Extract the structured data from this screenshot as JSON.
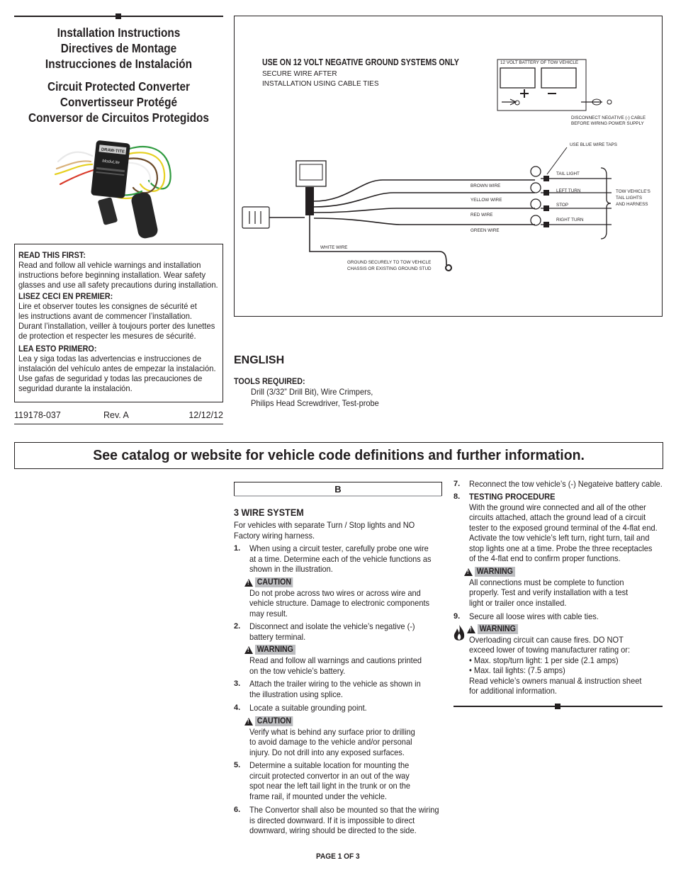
{
  "titles": {
    "install": [
      "Installation Instructions",
      "Directives de Montage",
      "Instrucciones de Instalación"
    ],
    "product": [
      "Circuit Protected Converter",
      "Convertisseur Protégé",
      "Conversor de Circuitos Protegidos"
    ]
  },
  "product_image": {
    "brand": "DRAW-TITE",
    "model": "ModuLite"
  },
  "read_first": {
    "en_head": "READ THIS FIRST:",
    "en_lines": [
      "Read and follow all vehicle warnings and installation",
      "instructions before beginning installation. Wear safety",
      "glasses and use all safety precautions during installation."
    ],
    "fr_head": "LISEZ CECI EN PREMIER:",
    "fr_lines": [
      "Lire et observer toutes les consignes de sécurité et",
      "les instructions avant de commencer l’installation.",
      "Durant l’installation, veiller à toujours porter des lunettes",
      "de protection et respecter les mesures de sécurité."
    ],
    "es_head": "LEA ESTO PRIMERO:",
    "es_lines": [
      "Lea y siga todas las advertencias e instrucciones de",
      "instalación del vehículo antes de empezar la instalación.",
      "Use gafas de seguridad y todas las precauciones de",
      "seguridad durante la instalación."
    ]
  },
  "doc_info": {
    "part": "119178-037",
    "rev": "Rev. A",
    "date": "12/12/12"
  },
  "diagram": {
    "use_on": "USE ON 12 VOLT NEGATIVE GROUND SYSTEMS ONLY",
    "secure_1": "SECURE WIRE AFTER",
    "secure_2": "INSTALLATION USING CABLE TIES",
    "battery_label": "12 VOLT BATTERY OF TOW VEHICLE",
    "disconnect_1": "DISCONNECT NEGATIVE (-) CABLE",
    "disconnect_2": "BEFORE WIRING POWER SUPPLY",
    "blue_taps": "USE BLUE WIRE TAPS",
    "wires": [
      "BROWN WIRE",
      "YELLOW WIRE",
      "RED WIRE",
      "GREEN WIRE",
      "WHITE WIRE"
    ],
    "lights": [
      "TAIL LIGHT",
      "LEFT TURN",
      "STOP",
      "RIGHT TURN"
    ],
    "harness_1": "TOW VEHICLE’S",
    "harness_2": "TAIL LIGHTS",
    "harness_3": "AND HARNESS",
    "ground_1": "GROUND SECURELY TO TOW VEHICLE",
    "ground_2": "CHASSIS OR EXISTING GROUND STUD"
  },
  "english": {
    "heading": "ENGLISH",
    "tools_head": "TOOLS REQUIRED:",
    "tools_1": "Drill (3/32” Drill Bit), Wire Crimpers,",
    "tools_2": "Philips Head Screwdriver, Test-probe"
  },
  "banner": "See catalog or website for vehicle code definitions and further information.",
  "section_b": {
    "letter": "B",
    "title": "3 WIRE SYSTEM",
    "intro": [
      "For vehicles with separate Turn / Stop lights and NO",
      "Factory wiring harness."
    ],
    "steps": [
      {
        "num": "1.",
        "lines": [
          "When using a circuit tester, carefully probe one wire",
          "at a time. Determine each of the vehicle functions as",
          "shown in the illustration."
        ]
      },
      {
        "num": "2.",
        "lines": [
          "Disconnect and isolate the vehicle’s negative (-)",
          "battery terminal."
        ]
      },
      {
        "num": "3.",
        "lines": [
          "Attach the trailer wiring to the vehicle as shown in",
          "the illustration using splice."
        ]
      },
      {
        "num": "4.",
        "lines": [
          "Locate a suitable grounding point."
        ]
      },
      {
        "num": "5.",
        "lines": [
          "Determine a suitable location for mounting the",
          "circuit protected convertor in an out of the way",
          "spot near the left tail light in the trunk or on the",
          "frame rail, if mounted under the vehicle."
        ]
      },
      {
        "num": "6.",
        "lines": [
          "The Convertor shall also be mounted so that the wiring",
          "is directed downward. If it is impossible to direct",
          "downward, wiring should be directed to the side."
        ]
      },
      {
        "num": "7.",
        "lines": [
          "Reconnect the tow vehicle’s (-) Negateive battery cable."
        ]
      },
      {
        "num": "8.",
        "lines": [
          "TESTING PROCEDURE",
          "With the ground wire connected and all of the other",
          "circuits attached, attach the ground lead of a circuit",
          "tester to the exposed ground terminal of the 4-flat end.",
          "Activate the tow vehicle’s left turn, right turn, tail and",
          "stop lights one at a time. Probe the three receptacles",
          "of the 4-flat end to confirm proper functions."
        ]
      },
      {
        "num": "9.",
        "lines": [
          "Secure all loose wires with cable ties."
        ]
      }
    ],
    "caution1": {
      "label": "CAUTION",
      "lines": [
        "Do not probe across two wires or across wire and",
        "vehicle structure. Damage to electronic components",
        "may result."
      ]
    },
    "warning1": {
      "label": "WARNING",
      "lines": [
        "Read and follow all warnings and cautions printed",
        "on the tow vehicle’s battery."
      ]
    },
    "caution2": {
      "label": "CAUTION",
      "lines": [
        "Verify what is behind any surface prior to drilling",
        "to avoid damage to the vehicle and/or personal",
        "injury.  Do not drill into any exposed surfaces."
      ]
    },
    "warning2": {
      "label": "WARNING",
      "lines": [
        "All connections must be complete to function",
        "properly. Test and verify installation with a test",
        "light or trailer once installed."
      ]
    },
    "warning3": {
      "label": "WARNING",
      "lines": [
        "Overloading circuit can cause fires. DO NOT",
        "exceed lower of towing manufacturer rating or:",
        "• Max. stop/turn light: 1 per side (2.1 amps)",
        "• Max. tail lights: (7.5 amps)",
        "Read vehicle’s owners manual & instruction sheet",
        "for additional information."
      ]
    }
  },
  "footer": "PAGE 1 OF 3"
}
